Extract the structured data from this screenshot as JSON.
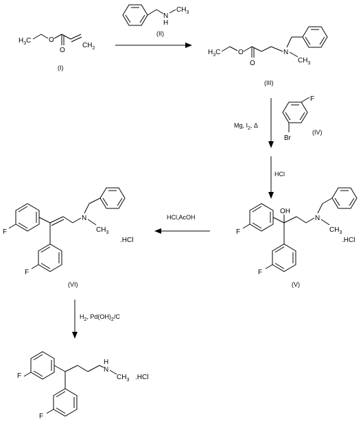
{
  "compounds": {
    "I": {
      "label": "(I)"
    },
    "II": {
      "label": "(II)"
    },
    "III": {
      "label": "(III)"
    },
    "IV": {
      "label": "(IV)"
    },
    "V": {
      "label": "(V)",
      "salt": ".HCl"
    },
    "VI": {
      "label": "(VI)",
      "salt": ".HCl"
    },
    "product": {
      "salt": ".HCl"
    }
  },
  "atoms": {
    "carbon": "C",
    "hydrogen": "H",
    "h3": "3",
    "h2": "2",
    "oxygen": "O",
    "nitrogen": "N",
    "nh": "H",
    "ch3": "CH",
    "ch3_sub": "3",
    "oh": "OH",
    "fluorine": "F",
    "bromine": "Br"
  },
  "conditions": {
    "step2_left": "Mg, I",
    "step2_sub": "2",
    "step2_right": ", Δ",
    "step3": "HCl",
    "step4": "HCl,AcOH",
    "step5_a": "H",
    "step5_a_sub": "2",
    "step5_b": ", Pd(OH)",
    "step5_b_sub": "2",
    "step5_c": "/C"
  }
}
